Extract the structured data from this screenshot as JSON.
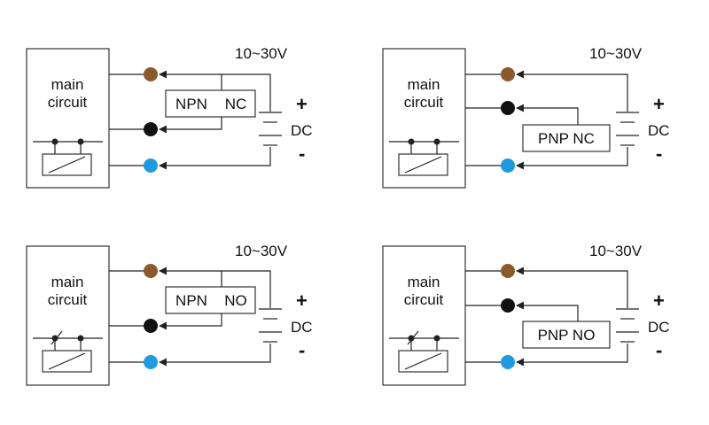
{
  "colors": {
    "brown": "#8B5A2B",
    "black": "#111111",
    "blue": "#1E9BE0",
    "line": "#222222"
  },
  "diagrams": [
    {
      "main_label_1": "main",
      "main_label_2": "circuit",
      "voltage": "10~30V",
      "sensor_label_left": "NPN",
      "sensor_label_right": "NC",
      "plus": "+",
      "dc": "DC",
      "minus": "-"
    },
    {
      "main_label_1": "main",
      "main_label_2": "circuit",
      "voltage": "10~30V",
      "sensor_label": "PNP NC",
      "plus": "+",
      "dc": "DC",
      "minus": "-"
    },
    {
      "main_label_1": "main",
      "main_label_2": "circuit",
      "voltage": "10~30V",
      "sensor_label_left": "NPN",
      "sensor_label_right": "NO",
      "plus": "+",
      "dc": "DC",
      "minus": "-"
    },
    {
      "main_label_1": "main",
      "main_label_2": "circuit",
      "voltage": "10~30V",
      "sensor_label": "PNP NO",
      "plus": "+",
      "dc": "DC",
      "minus": "-"
    }
  ]
}
